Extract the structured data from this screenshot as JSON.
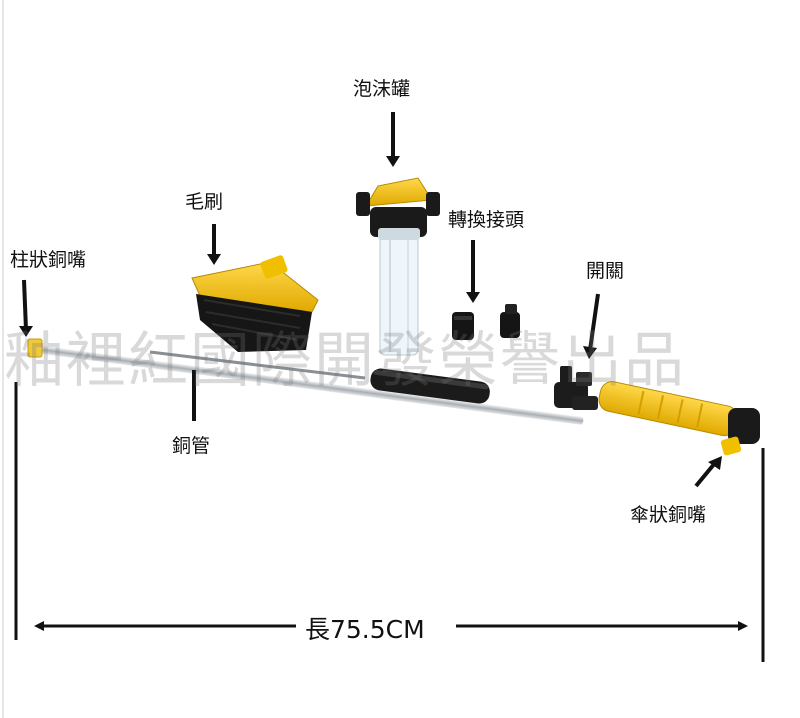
{
  "labels": {
    "pillar_nozzle": "柱狀銅嘴",
    "brush": "毛刷",
    "foam_tank": "泡沫罐",
    "adapter": "轉換接頭",
    "switch": "開關",
    "copper_pipe": "銅管",
    "umbrella_nozzle": "傘狀銅嘴",
    "length": "長75.5CM"
  },
  "watermark": "釉裡紅國際開發榮譽出品",
  "colors": {
    "accent_yellow": "#f5c400",
    "dark": "#1a1a1a",
    "tube": "#c9cdd1"
  },
  "icons": [
    "arrow-icon"
  ]
}
